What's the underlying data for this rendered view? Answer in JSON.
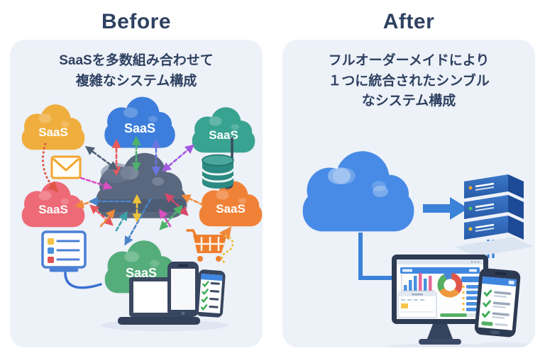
{
  "before": {
    "title": "Before",
    "description": [
      "SaaSを多数組み合わせて",
      "複雑なシステム構成"
    ],
    "clouds": [
      {
        "name": "saas-cloud-top-left",
        "label": "SaaS",
        "color": "#efae3e"
      },
      {
        "name": "saas-cloud-top-center",
        "label": "SaaS",
        "color": "#3d7edc"
      },
      {
        "name": "saas-cloud-top-right",
        "label": "SaaS",
        "color": "#38a391"
      },
      {
        "name": "saas-cloud-mid-left",
        "label": "SaaS",
        "color": "#ed6a76"
      },
      {
        "name": "saas-cloud-mid-right",
        "label": "SaaS",
        "color": "#f08238"
      },
      {
        "name": "saas-cloud-bottom",
        "label": "SaaS",
        "color": "#55ad7b"
      }
    ],
    "hub_cloud_color": "#5a687f",
    "icons": [
      "email-icon",
      "database-icon",
      "checklist-icon",
      "cart-icon",
      "laptop-icon",
      "smartphone-icon"
    ]
  },
  "after": {
    "title": "After",
    "description": [
      "フルオーダーメイドにより",
      "１つに統合されたシンブル",
      "なシステム構成"
    ],
    "cloud_color": "#478be6",
    "icons": [
      "server-stack-icon",
      "dashboard-monitor-icon",
      "smartphone-checklist-icon"
    ]
  },
  "colors": {
    "page_bg": "#ffffff",
    "card_bg": "#edf1f8",
    "heading_text": "#2e4160",
    "accent_blue": "#3b82d8"
  }
}
